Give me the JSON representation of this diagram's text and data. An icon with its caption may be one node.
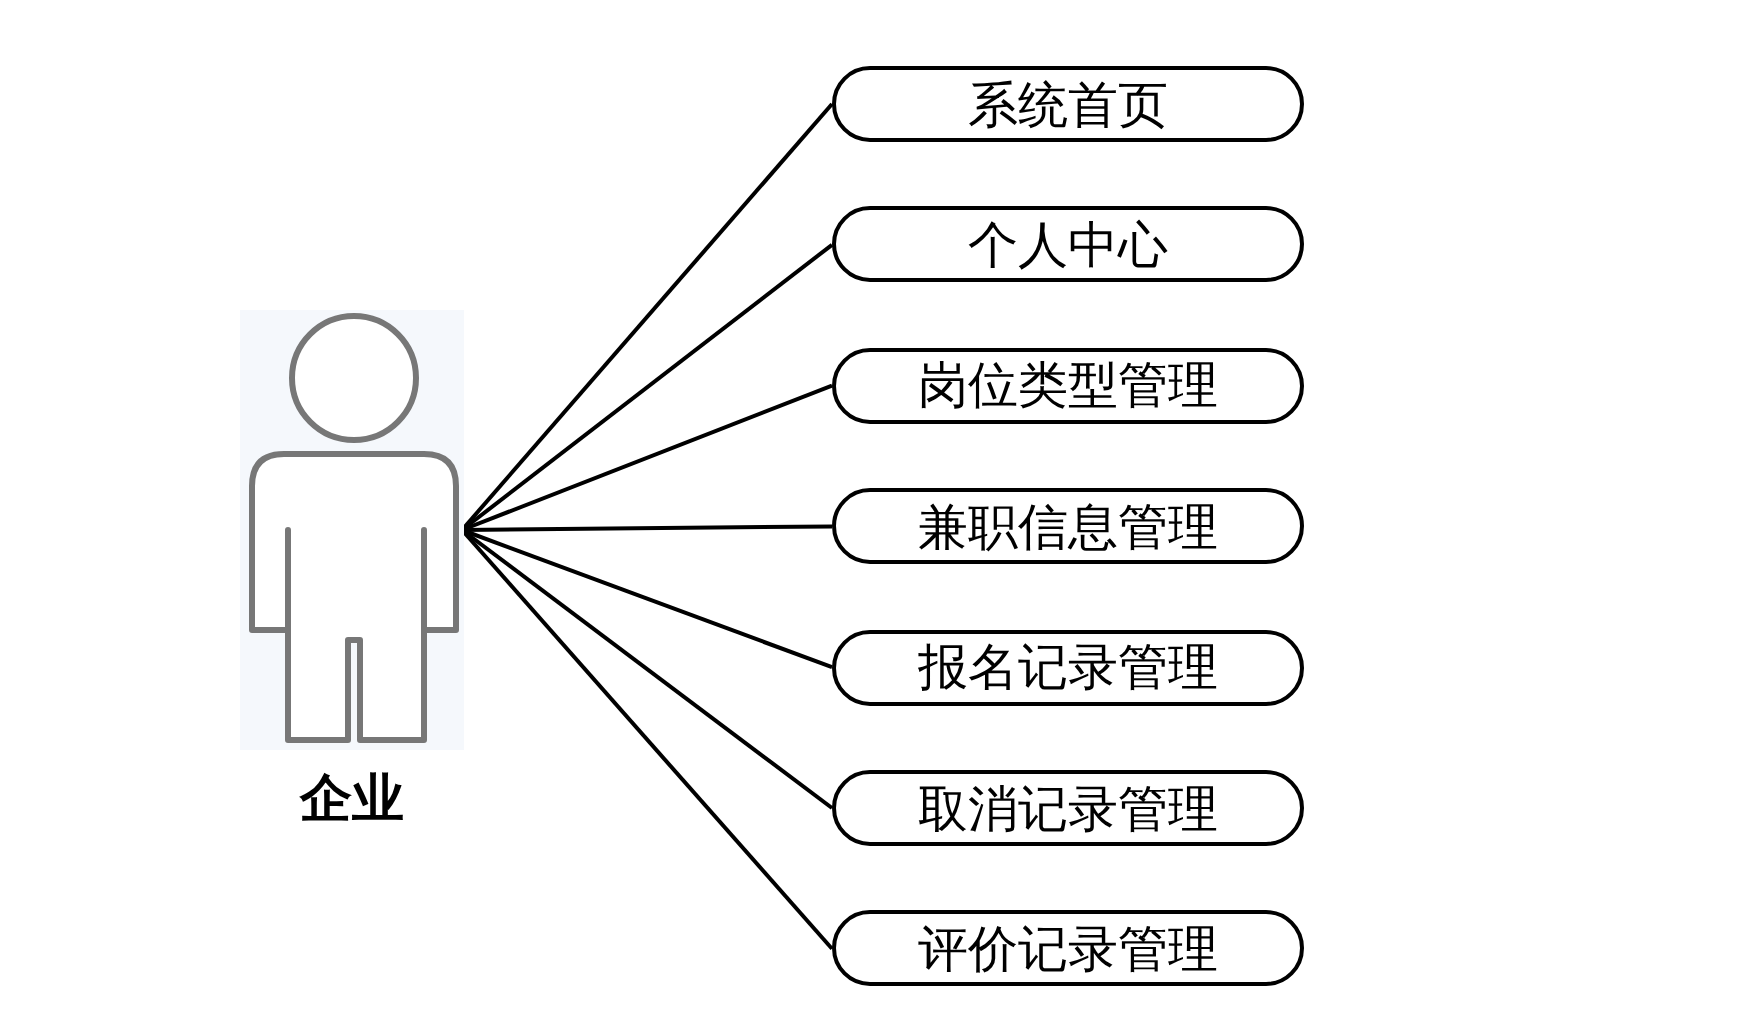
{
  "diagram": {
    "nodes": [
      {
        "text": [
          "企业"
        ]
      },
      {
        "text": [
          "系统首页"
        ]
      },
      {
        "text": [
          "个人中心"
        ]
      },
      {
        "text": [
          "岗位类型管理"
        ]
      },
      {
        "text": [
          "兼职信息管理"
        ]
      },
      {
        "text": [
          "报名记录管理"
        ]
      },
      {
        "text": [
          "取消记录管理"
        ]
      },
      {
        "text": [
          "评价记录管理"
        ]
      }
    ],
    "edges": [
      {
        "from": 0,
        "to": 1,
        "arrow": "none"
      },
      {
        "from": 0,
        "to": 2,
        "arrow": "none"
      },
      {
        "from": 0,
        "to": 3,
        "arrow": "none"
      },
      {
        "from": 0,
        "to": 4,
        "arrow": "none"
      },
      {
        "from": 0,
        "to": 5,
        "arrow": "none"
      },
      {
        "from": 0,
        "to": 6,
        "arrow": "none"
      },
      {
        "from": 0,
        "to": 7,
        "arrow": "none"
      }
    ]
  }
}
